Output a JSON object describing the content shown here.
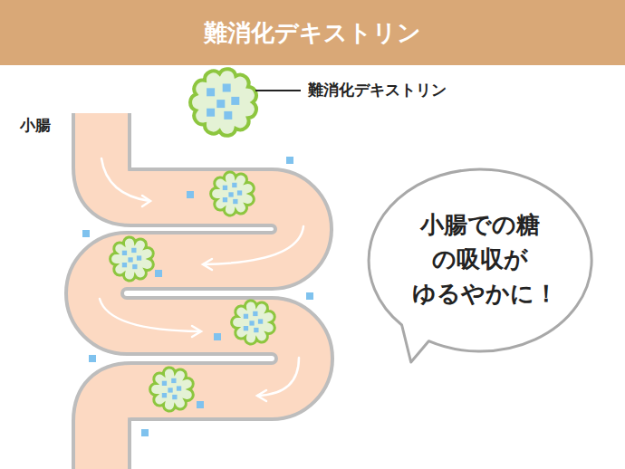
{
  "diagram": {
    "title": "難消化デキストリン",
    "nodes": [
      {
        "text": [
          "小腸での糖 の吸収が ゆるやかに！"
        ]
      }
    ],
    "labels": [
      "難消化デキストリン",
      "小腸"
    ]
  }
}
